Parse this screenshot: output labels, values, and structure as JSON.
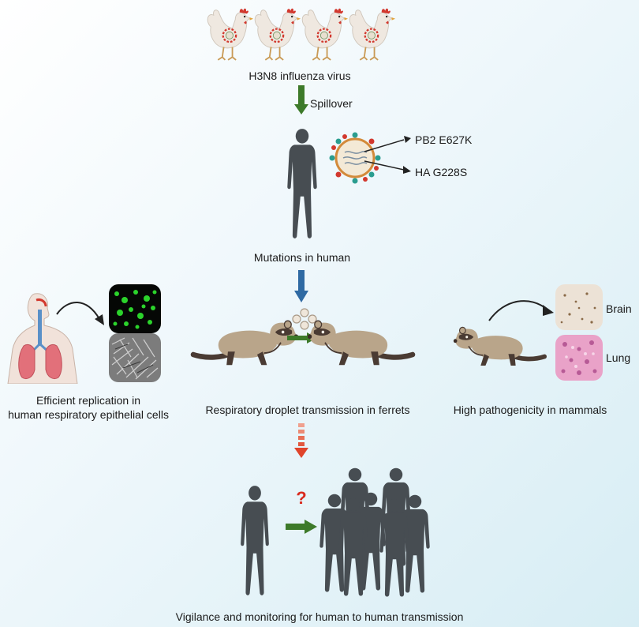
{
  "labels": {
    "source": "H3N8 influenza virus",
    "spillover": "Spillover",
    "mut_1": "PB2 E627K",
    "mut_2": "HA G228S",
    "mutations": "Mutations in human",
    "brain": "Brain",
    "lung": "Lung",
    "panel_left_1": "Efficient replication in",
    "panel_left_2": "human respiratory epithelial cells",
    "panel_mid": "Respiratory droplet transmission in ferrets",
    "panel_right": "High pathogenicity in mammals",
    "question": "?",
    "bottom": "Vigilance and monitoring for human to human transmission"
  },
  "colors": {
    "arrow_green": "#3d7a2a",
    "arrow_blue": "#2f6aa3",
    "arrow_red": "#e0442b",
    "silhouette": "#474d52",
    "ferret_body": "#b9a58a",
    "ferret_dark": "#4a3b33",
    "chicken_body": "#efe8e0",
    "comb_red": "#d2382e"
  },
  "icons": [
    "chicken-icon",
    "human-silhouette-icon",
    "virus-particle-icon",
    "respiratory-tract-icon",
    "ferret-icon",
    "droplet-icon",
    "tissue-image-icon",
    "crowd-icon"
  ]
}
